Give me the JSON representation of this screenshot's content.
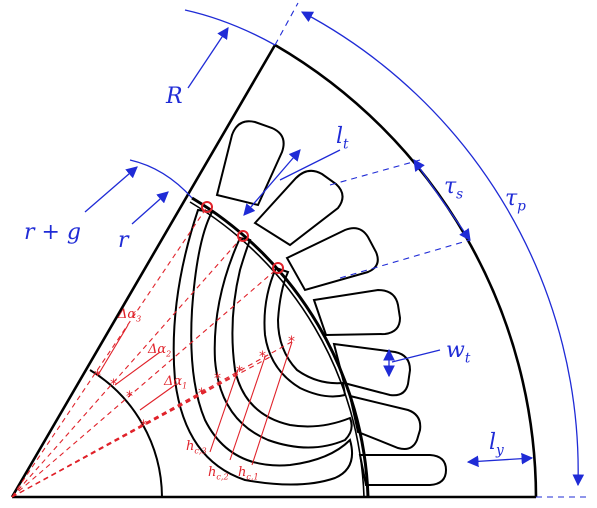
{
  "labels": {
    "R": "R",
    "r_plus_g": "r + g",
    "r": "r",
    "l_t_base": "l",
    "l_t_sub": "t",
    "tau_s_base": "τ",
    "tau_s_sub": "s",
    "tau_p_base": "τ",
    "tau_p_sub": "p",
    "w_t_base": "w",
    "w_t_sub": "t",
    "l_y_base": "l",
    "l_y_sub": "y",
    "delta_alpha_1": "Δα",
    "delta_alpha_1_sub": "1",
    "delta_alpha_2": "Δα",
    "delta_alpha_2_sub": "2",
    "delta_alpha_3": "Δα",
    "delta_alpha_3_sub": "3",
    "h_c1_base": "h",
    "h_c1_sub": "c,1",
    "h_c2_base": "h",
    "h_c2_sub": "c,2",
    "h_c3_base": "h",
    "h_c3_sub": "c,3"
  },
  "colors": {
    "annotation_blue": "#1f2bd6",
    "construction_red": "#e0222a",
    "outline": "#000000"
  }
}
